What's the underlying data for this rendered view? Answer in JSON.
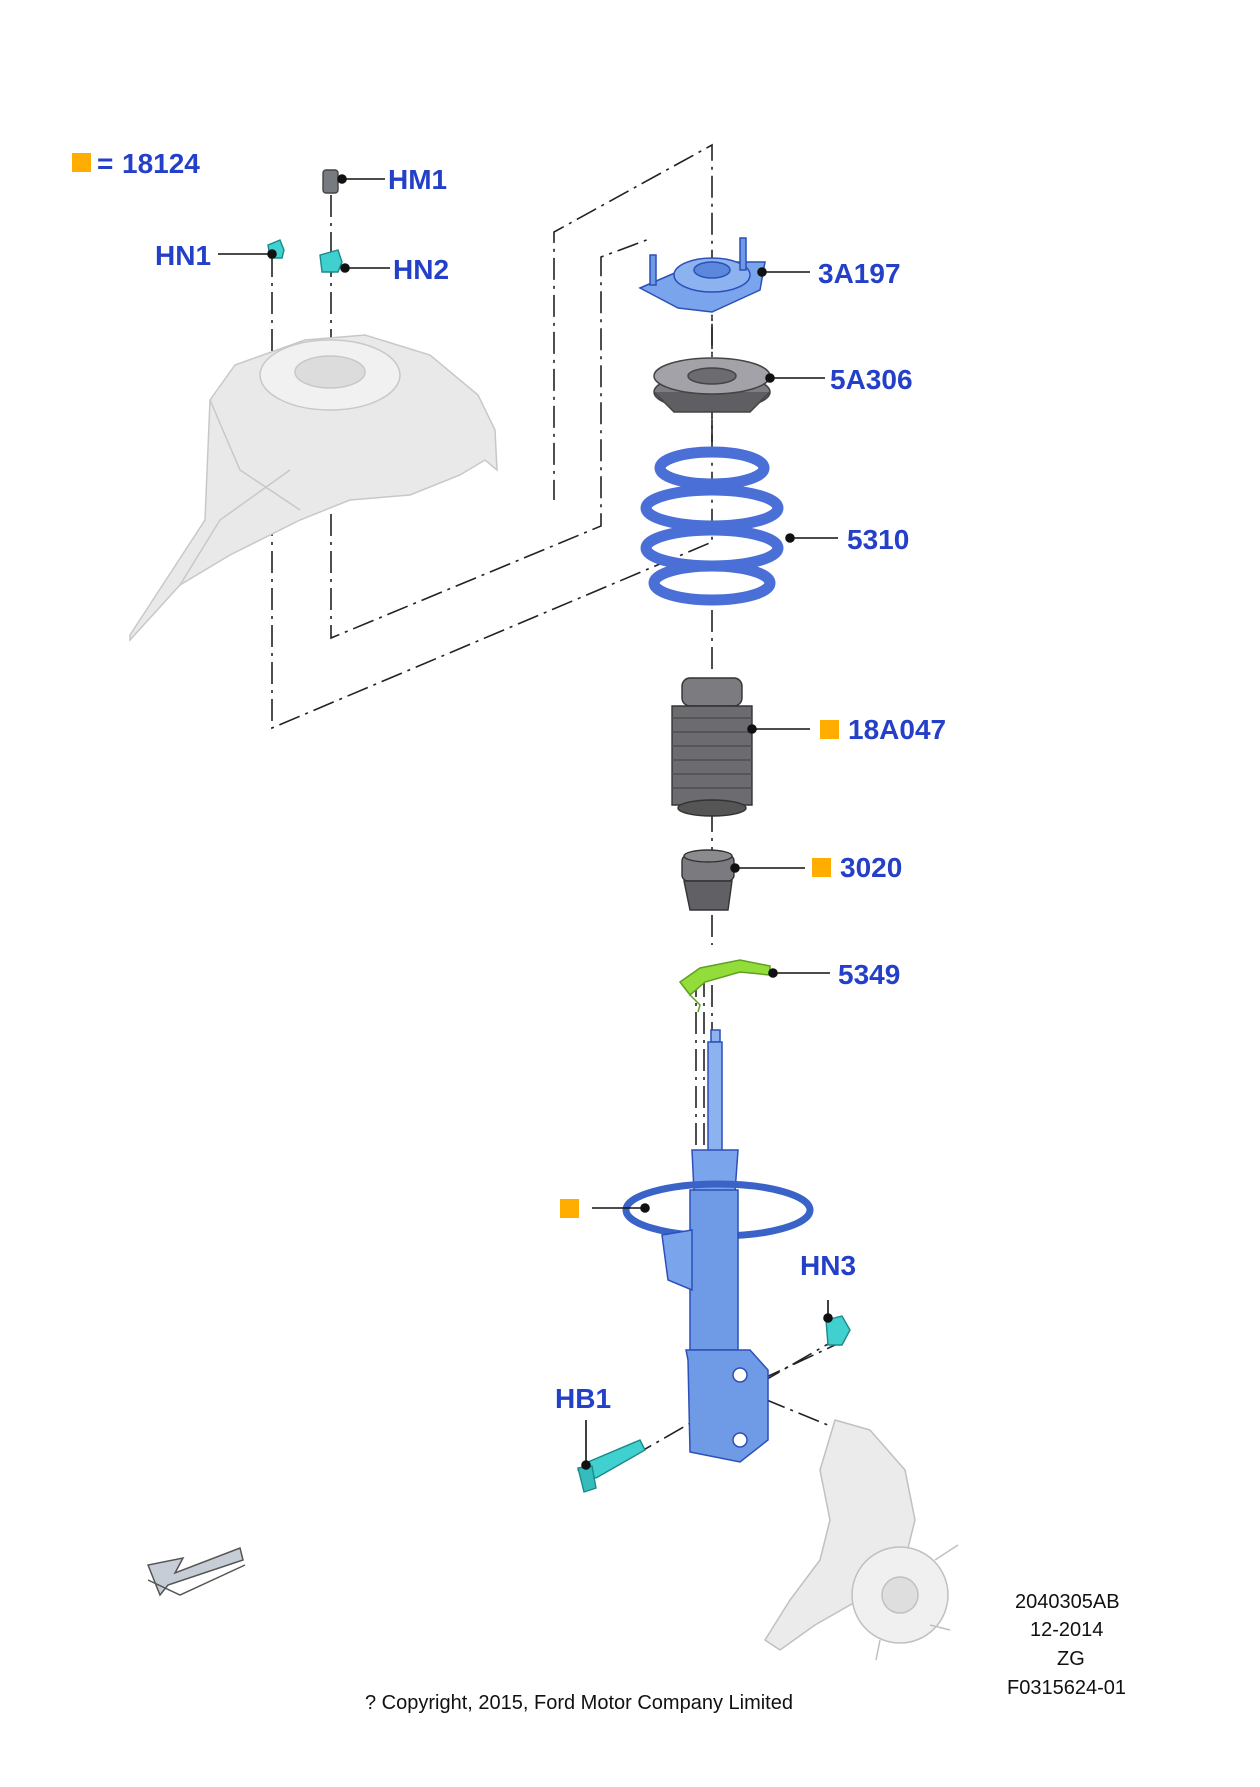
{
  "legend": {
    "equals": "=",
    "code": "18124",
    "marker_color": "#ffad00"
  },
  "colors": {
    "label": "#2440c8",
    "part_blue": "#6f9ae6",
    "part_blue_dark": "#3a63c8",
    "spring": "#4a6fd6",
    "rubber": "#6b6b70",
    "fastener": "#3fd0cf",
    "clip": "#93dd3a",
    "ghost": "#e6e6e6",
    "marker": "#ffad00"
  },
  "callouts": [
    {
      "id": "hm1",
      "text": "HM1"
    },
    {
      "id": "hn1",
      "text": "HN1"
    },
    {
      "id": "hn2",
      "text": "HN2"
    },
    {
      "id": "p3a197",
      "text": "3A197"
    },
    {
      "id": "p5a306",
      "text": "5A306"
    },
    {
      "id": "p5310",
      "text": "5310"
    },
    {
      "id": "p18a047",
      "text": "18A047"
    },
    {
      "id": "p3020",
      "text": "3020"
    },
    {
      "id": "p5349",
      "text": "5349"
    },
    {
      "id": "hn3",
      "text": "HN3"
    },
    {
      "id": "hb1",
      "text": "HB1"
    }
  ],
  "footer": {
    "ref_code": "2040305AB",
    "date": "12-2014",
    "region": "ZG",
    "figure_id": "F0315624-01",
    "copyright": "? Copyright, 2015, Ford Motor Company Limited"
  }
}
